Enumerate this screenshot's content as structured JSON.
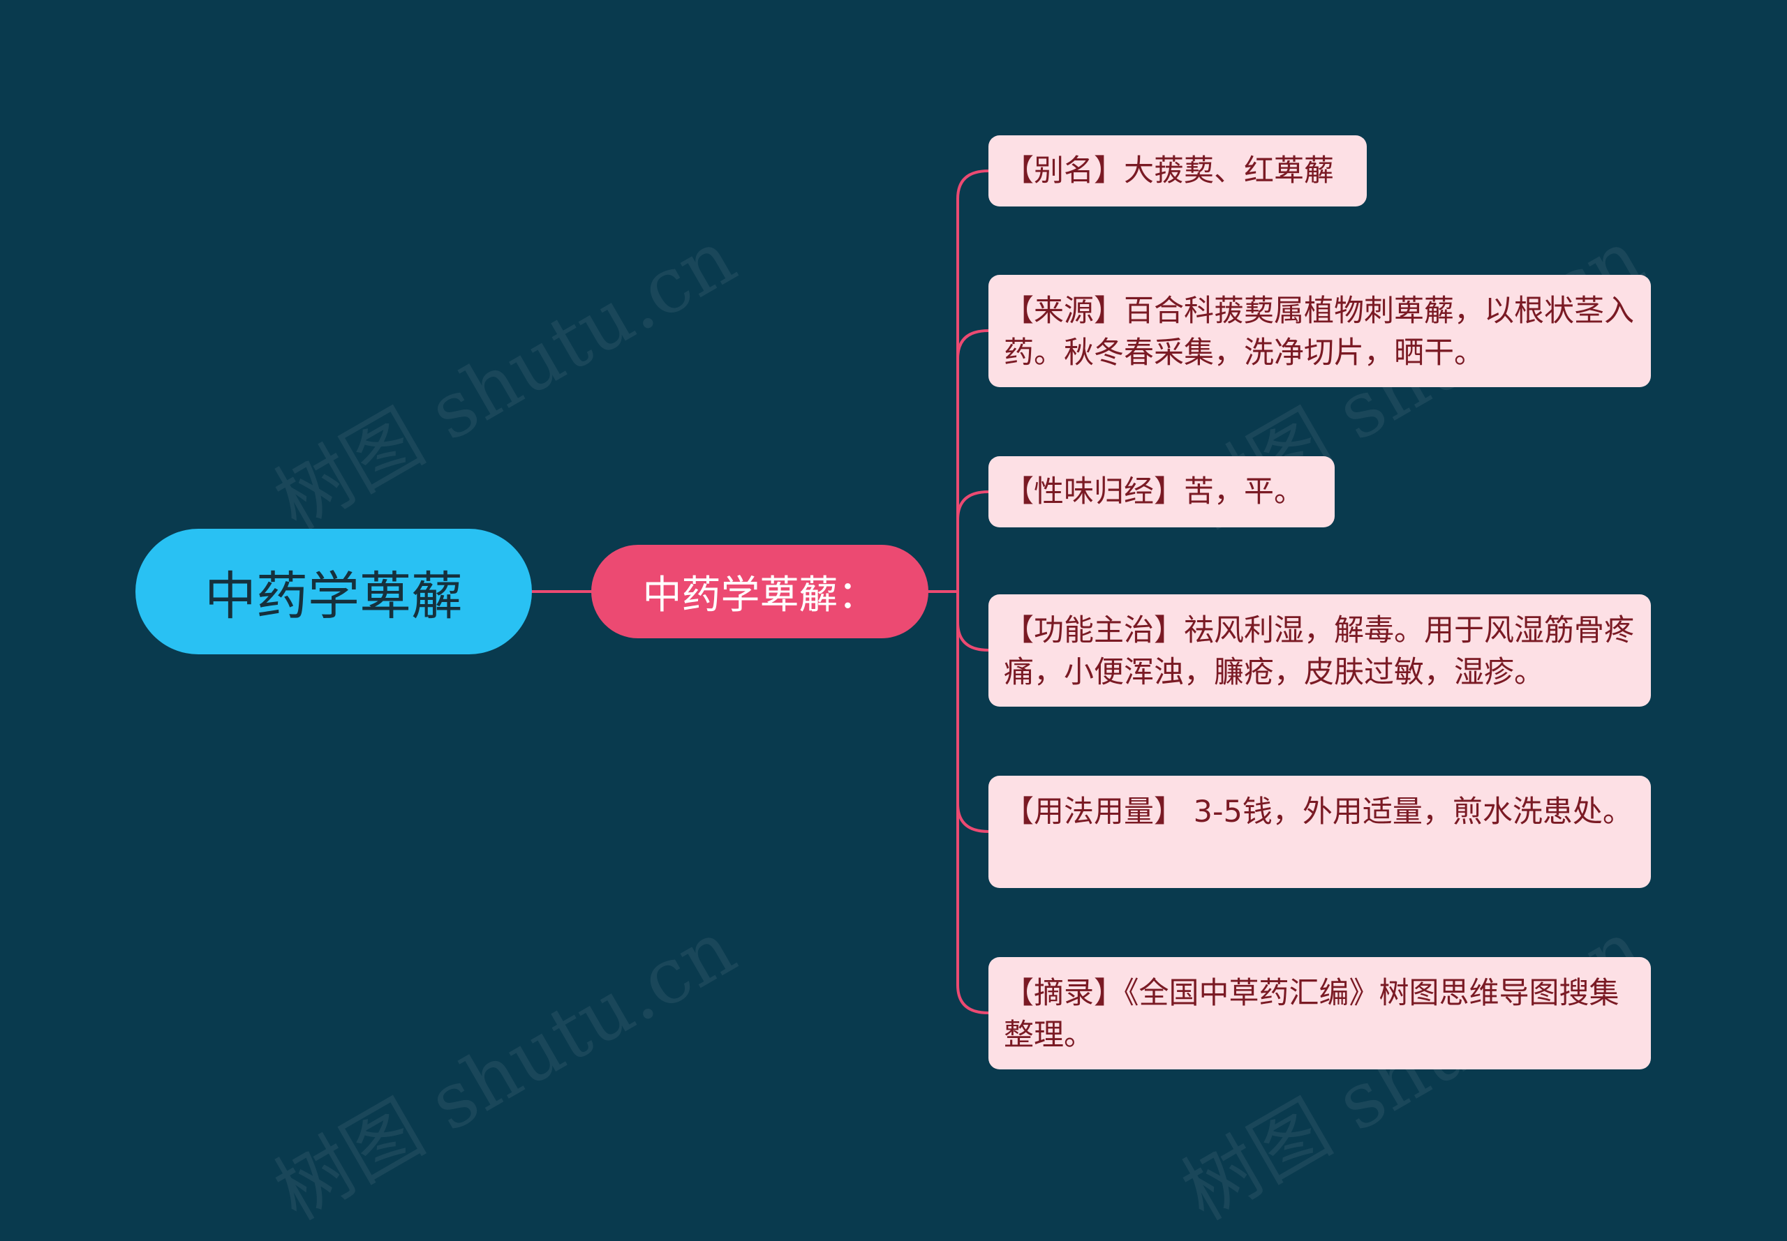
{
  "colors": {
    "background": "#093a4e",
    "root_fill": "#29c1f3",
    "branch_fill": "#ec4a72",
    "leaf_fill": "#fde0e5",
    "leaf_text": "#7a1a24",
    "connector": "#ec4a72"
  },
  "mindmap": {
    "root": {
      "label": "中药学萆薢"
    },
    "branch": {
      "label": "中药学萆薢："
    },
    "leaves": [
      {
        "label": "【别名】大菝葜、红萆薢"
      },
      {
        "label": "【来源】百合科菝葜属植物刺萆薢，以根状茎入药。秋冬春采集，洗净切片，晒干。"
      },
      {
        "label": "【性味归经】苦，平。"
      },
      {
        "label": "【功能主治】祛风利湿，解毒。用于风湿筋骨疼痛，小便浑浊，臁疮，皮肤过敏，湿疹。"
      },
      {
        "label": "【用法用量】 3-5钱，外用适量，煎水洗患处。"
      },
      {
        "label": "【摘录】《全国中草药汇编》树图思维导图搜集整理。"
      }
    ]
  },
  "watermarks": [
    "树图 shutu.cn",
    "树图 shutu.cn",
    "树图 shutu.cn",
    "树图 shutu.cn"
  ]
}
